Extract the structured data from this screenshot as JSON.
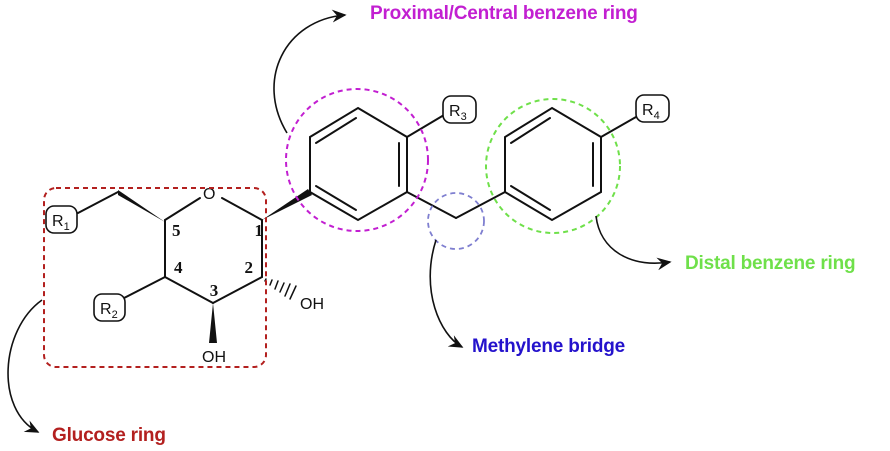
{
  "labels": {
    "proximal": "Proximal/Central benzene ring",
    "distal": "Distal benzene ring",
    "methylene": "Methylene bridge",
    "glucose": "Glucose ring"
  },
  "atoms": {
    "oxygen": "O",
    "oh_c2": "OH",
    "oh_c3": "OH",
    "r1": "R1",
    "r2": "R2",
    "r3": "R3",
    "r4": "R4"
  },
  "positions": [
    "1",
    "2",
    "3",
    "4",
    "5"
  ],
  "colors": {
    "proximal": "#c21fd1",
    "distal": "#6fe04a",
    "methylene": "#2412cc",
    "glucose": "#b3201f",
    "bonds": "#111111"
  }
}
